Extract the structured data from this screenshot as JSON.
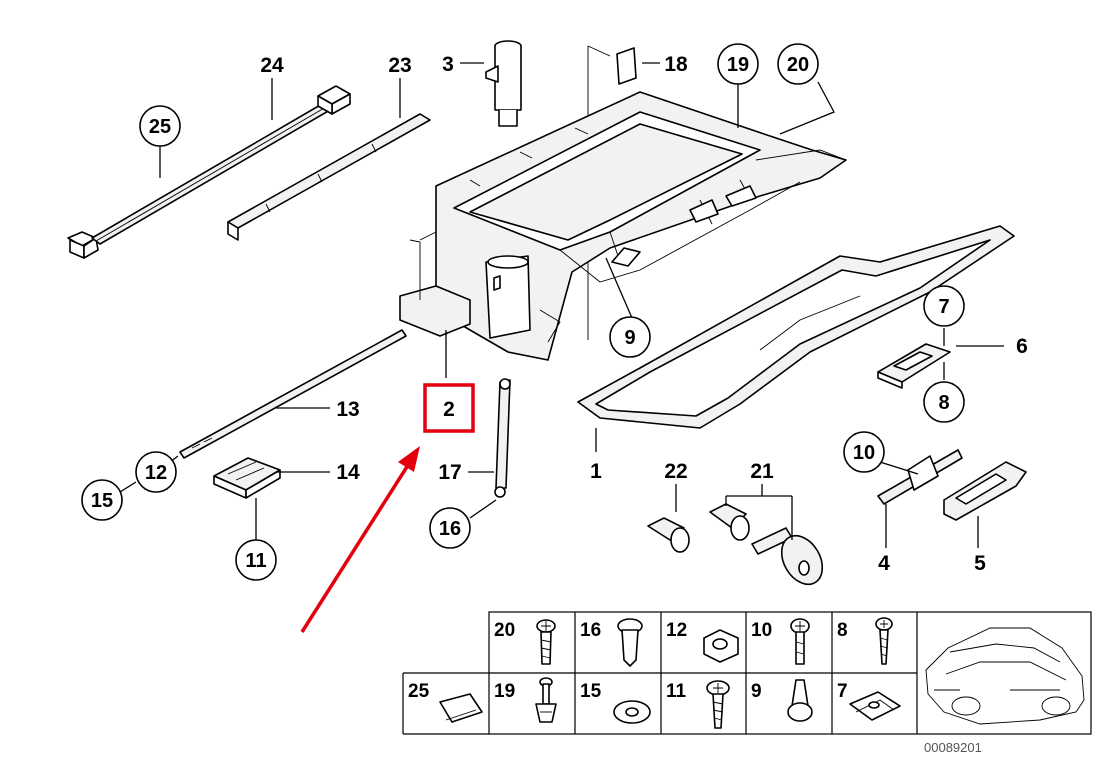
{
  "diagram": {
    "callouts": {
      "c1": "1",
      "c2": "2",
      "c3": "3",
      "c4": "4",
      "c5": "5",
      "c6": "6",
      "c7": "7",
      "c8": "8",
      "c9": "9",
      "c10": "10",
      "c11": "11",
      "c12": "12",
      "c13": "13",
      "c14": "14",
      "c15": "15",
      "c16": "16",
      "c17": "17",
      "c18": "18",
      "c19": "19",
      "c20": "20",
      "c21": "21",
      "c22": "22",
      "c23": "23",
      "c24": "24",
      "c25": "25"
    },
    "highlight": {
      "label": "2",
      "color": "#e3000f"
    },
    "fastener_table": {
      "row1": [
        "20",
        "16",
        "12",
        "10",
        "8"
      ],
      "row2": [
        "25",
        "19",
        "15",
        "11",
        "9",
        "7"
      ]
    },
    "image_code": "00089201"
  }
}
